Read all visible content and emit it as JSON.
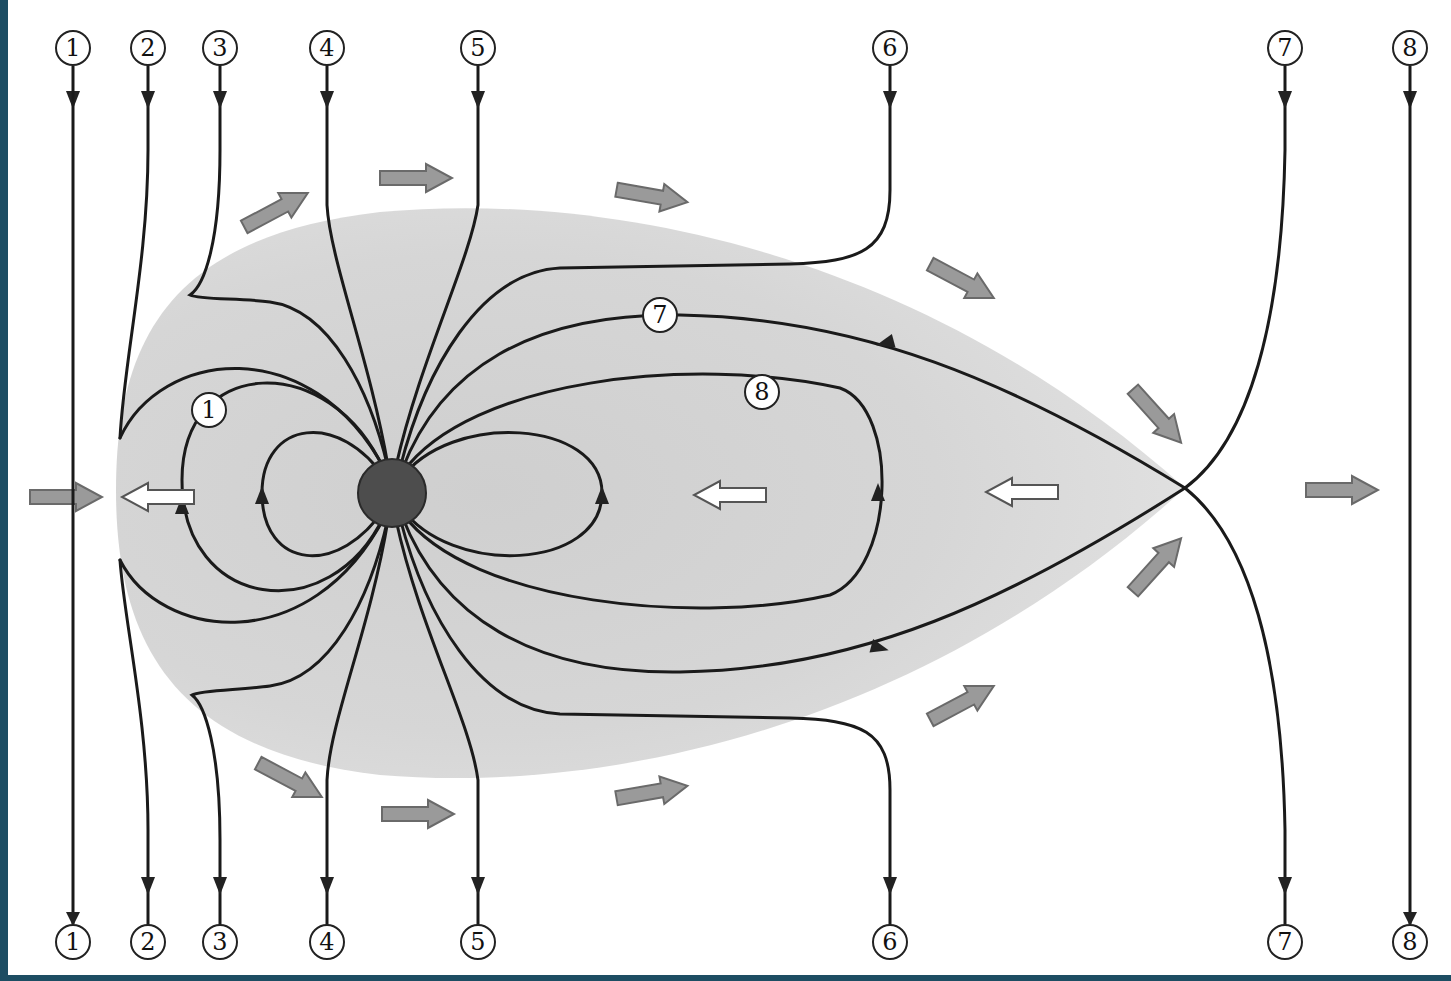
{
  "diagram": {
    "nodes": [
      {
        "text": [
          "1"
        ]
      },
      {
        "text": [
          "2"
        ]
      },
      {
        "text": [
          "3"
        ]
      },
      {
        "text": [
          "4"
        ]
      },
      {
        "text": [
          "5"
        ]
      },
      {
        "text": [
          "6"
        ]
      },
      {
        "text": [
          "7"
        ]
      },
      {
        "text": [
          "8"
        ]
      },
      {
        "text": [
          "1"
        ]
      },
      {
        "text": [
          "7"
        ]
      },
      {
        "text": [
          "8"
        ]
      },
      {
        "text": [
          "1"
        ]
      },
      {
        "text": [
          "2"
        ]
      },
      {
        "text": [
          "3"
        ]
      },
      {
        "text": [
          "4"
        ]
      },
      {
        "text": [
          "5"
        ]
      },
      {
        "text": [
          "6"
        ]
      },
      {
        "text": [
          "7"
        ]
      },
      {
        "text": [
          "8"
        ]
      }
    ],
    "edges": [
      {
        "from": 0,
        "to": 11,
        "arrow": "to"
      },
      {
        "from": 7,
        "to": 18,
        "arrow": "to"
      }
    ]
  }
}
